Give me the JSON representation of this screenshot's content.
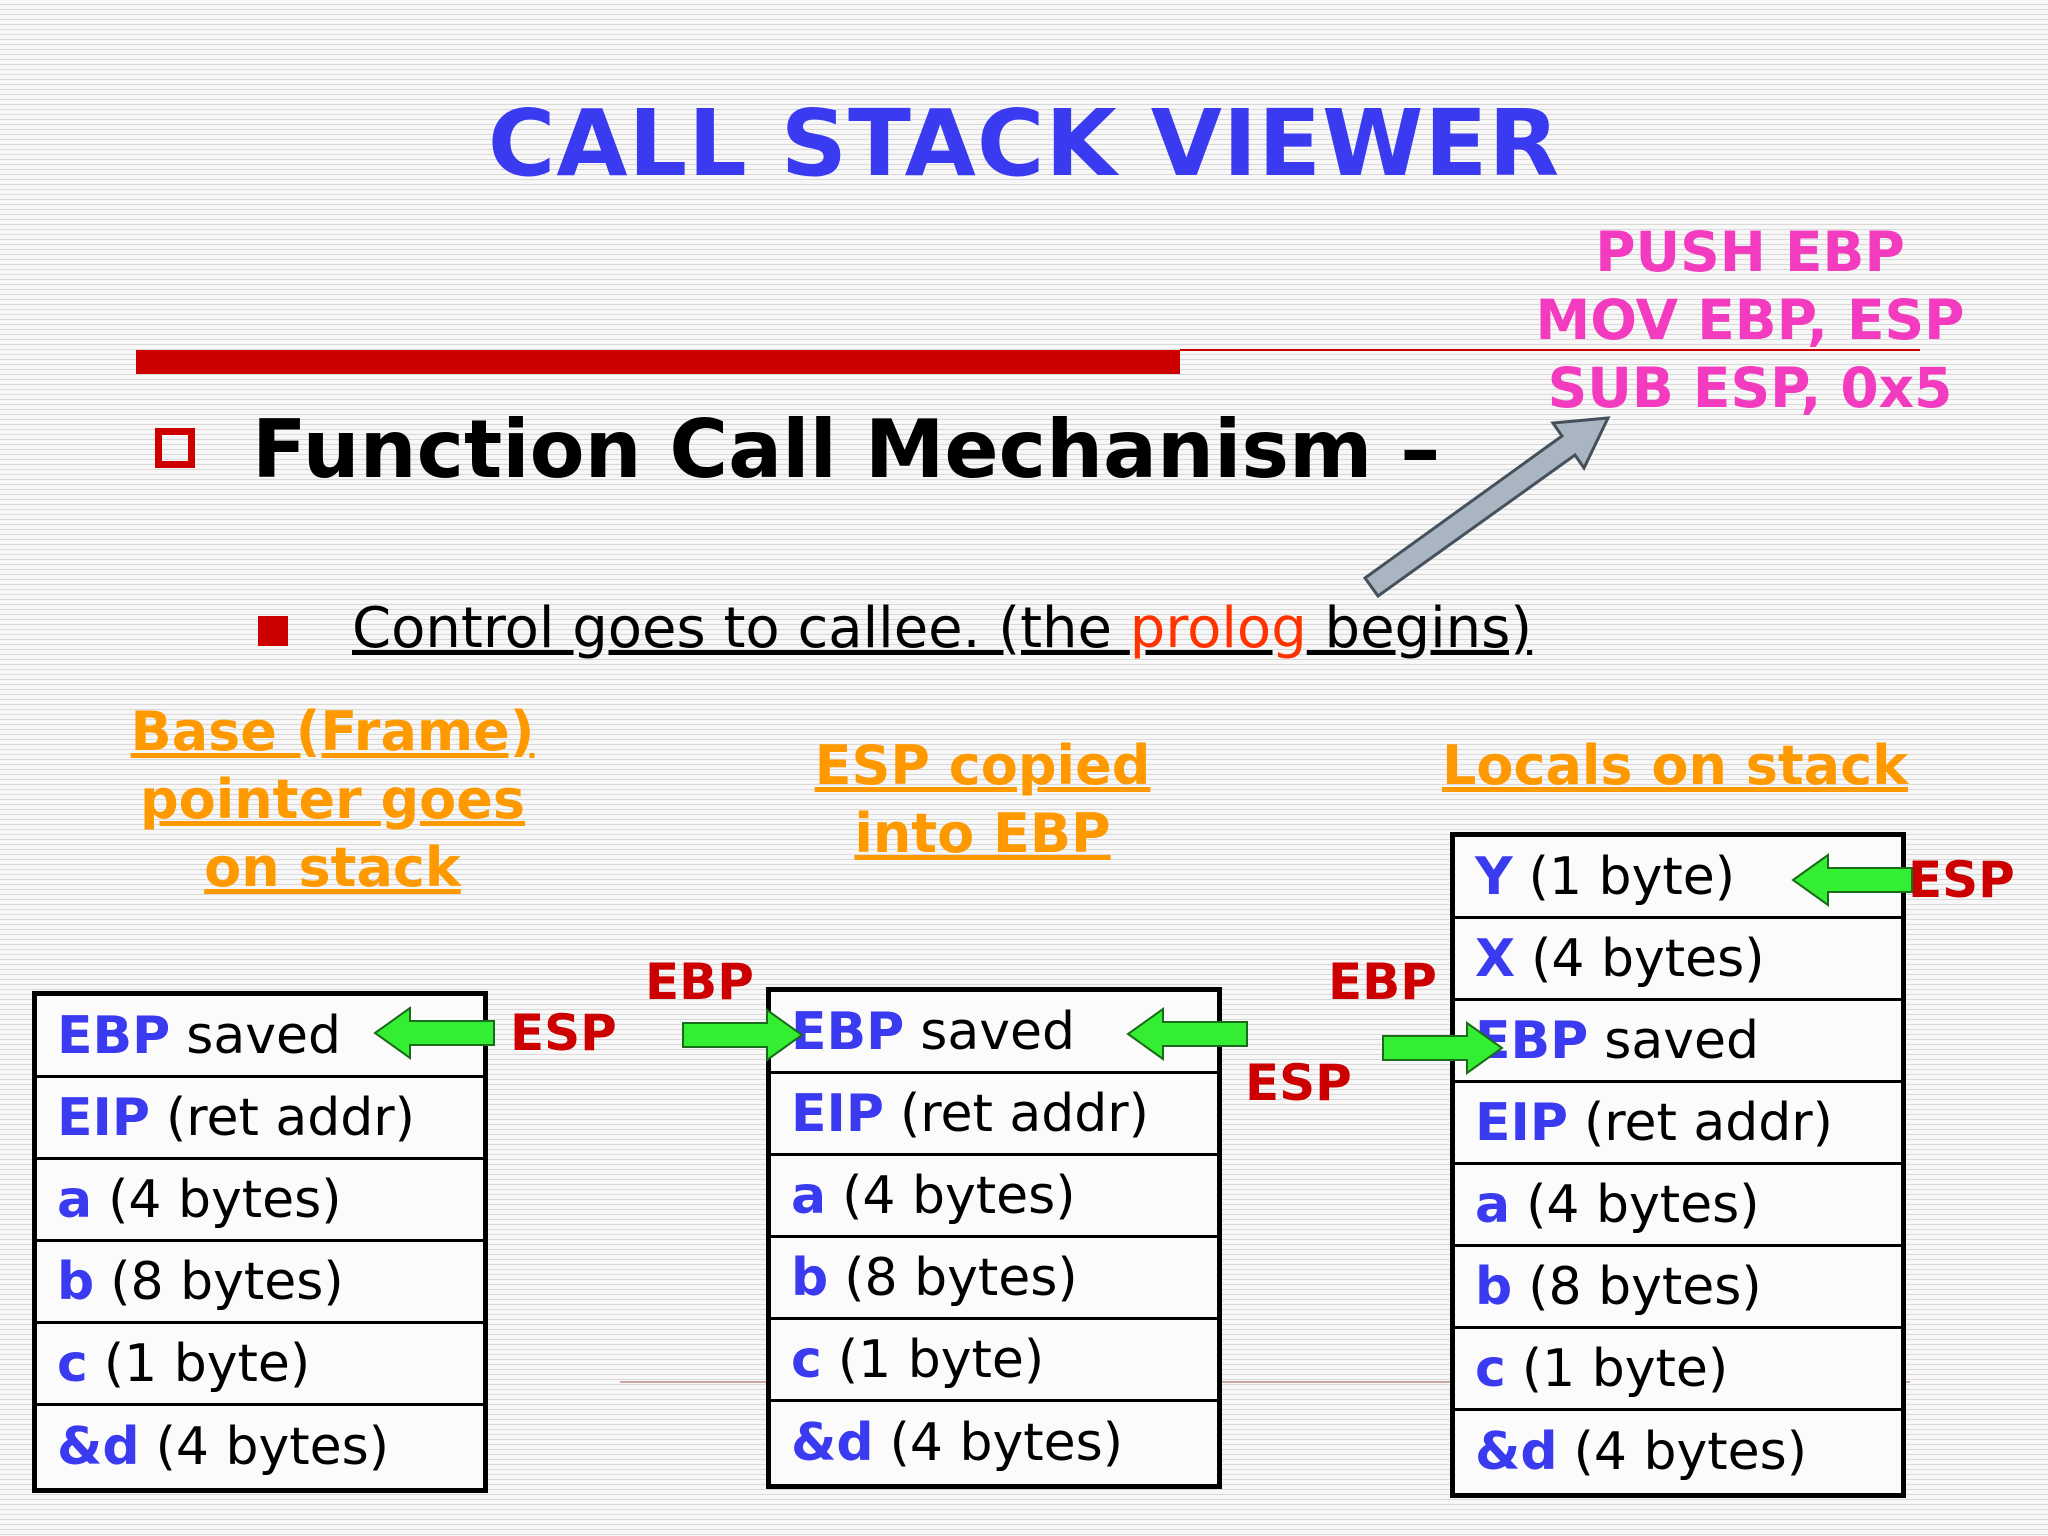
{
  "title": "CALL STACK VIEWER",
  "instructions": [
    "PUSH EBP",
    "MOV EBP, ESP",
    "SUB ESP, 0x5"
  ],
  "heading": "Function Call Mechanism –",
  "bullet": {
    "before": "Control goes to callee. (the ",
    "highlight": "prolog",
    "after": " begins)"
  },
  "captions": [
    [
      "Base (Frame)",
      "pointer goes",
      "on stack"
    ],
    [
      "ESP copied",
      "into EBP"
    ],
    [
      "Locals on stack"
    ]
  ],
  "stacks": [
    {
      "rows": [
        {
          "kw": "EBP",
          "text": "saved"
        },
        {
          "kw": "EIP",
          "text": "(ret addr)"
        },
        {
          "kw": "a",
          "text": "(4 bytes)"
        },
        {
          "kw": "b",
          "text": "(8 bytes)"
        },
        {
          "kw": "c",
          "text": "(1 byte)"
        },
        {
          "kw": "&d",
          "text": "(4 bytes)"
        }
      ]
    },
    {
      "rows": [
        {
          "kw": "EBP",
          "text": "saved"
        },
        {
          "kw": "EIP",
          "text": "(ret addr)"
        },
        {
          "kw": "a",
          "text": "(4 bytes)"
        },
        {
          "kw": "b",
          "text": "(8 bytes)"
        },
        {
          "kw": "c",
          "text": "(1 byte)"
        },
        {
          "kw": "&d",
          "text": "(4 bytes)"
        }
      ]
    },
    {
      "rows": [
        {
          "kw": "Y",
          "text": "(1 byte)"
        },
        {
          "kw": "X",
          "text": "(4 bytes)"
        },
        {
          "kw": "EBP",
          "text": "saved"
        },
        {
          "kw": "EIP",
          "text": "(ret addr)"
        },
        {
          "kw": "a",
          "text": "(4 bytes)"
        },
        {
          "kw": "b",
          "text": "(8 bytes)"
        },
        {
          "kw": "c",
          "text": "(1 byte)"
        },
        {
          "kw": "&d",
          "text": "(4 bytes)"
        }
      ]
    }
  ],
  "registers": {
    "esp": "ESP",
    "ebp": "EBP"
  },
  "colors": {
    "title": "#3a3af0",
    "accent_red": "#cc0000",
    "instructions": "#f23bbf",
    "caption": "#ff9900",
    "highlight": "#ff3300",
    "pointer_arrow": "#33ee33"
  }
}
